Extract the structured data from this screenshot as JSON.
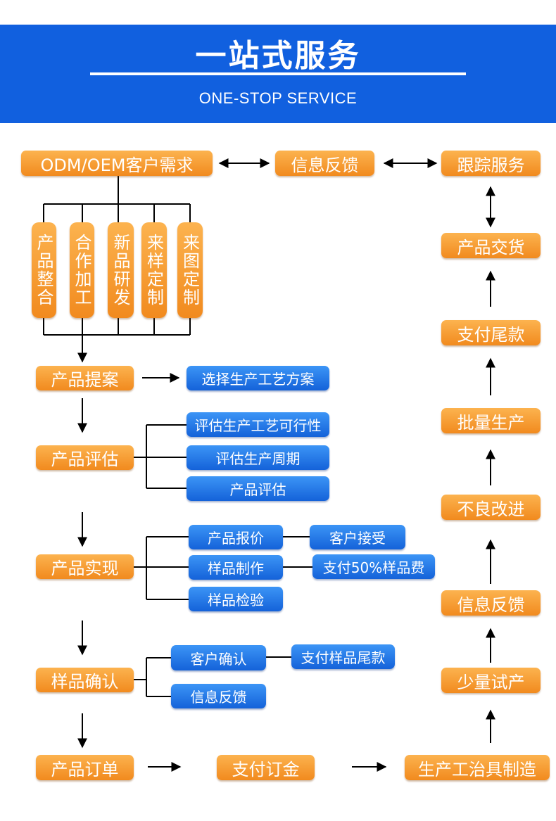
{
  "header": {
    "title": "一站式服务",
    "subtitle": "ONE-STOP SERVICE"
  },
  "top_row": {
    "customer_demand": "ODM/OEM客户需求",
    "feedback": "信息反馈",
    "tracking": "跟踪服务"
  },
  "options": [
    "产品整合",
    "合作加工",
    "新品研发",
    "来样定制",
    "来图定制"
  ],
  "steps": {
    "proposal": "产品提案",
    "evaluation": "产品评估",
    "realization": "产品实现",
    "sample_confirm": "样品确认",
    "order": "产品订单",
    "deposit": "支付订金",
    "tooling": "生产工治具制造"
  },
  "details": {
    "process_choice": "选择生产工艺方案",
    "eval_feasibility": "评估生产工艺可行性",
    "eval_cycle": "评估生产周期",
    "eval_product": "产品评估",
    "quote": "产品报价",
    "customer_accept": "客户接受",
    "sample_make": "样品制作",
    "pay_sample_fee": "支付50%样品费",
    "sample_inspect": "样品检验",
    "customer_confirm": "客户确认",
    "pay_sample_balance": "支付样品尾款",
    "feedback2": "信息反馈"
  },
  "right_column": {
    "delivery": "产品交货",
    "final_payment": "支付尾款",
    "mass_production": "批量生产",
    "defect_improve": "不良改进",
    "feedback3": "信息反馈",
    "trial_production": "少量试产"
  }
}
